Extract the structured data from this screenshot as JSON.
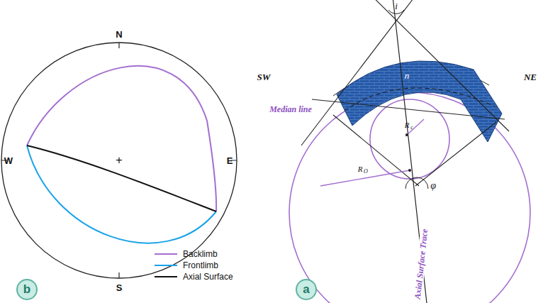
{
  "diagram": {
    "nodes": [
      {
        "text": [
          "b"
        ]
      },
      {
        "text": [
          "a"
        ]
      }
    ],
    "labels": [
      "N",
      "W",
      "E",
      "S",
      "+",
      "SW",
      "NE",
      "Median line",
      "i",
      "n",
      "R",
      "c",
      "R",
      "O",
      "φ",
      "Axial Surface Trace"
    ],
    "legend": [
      {
        "text": "Backlimb"
      },
      {
        "text": "Frontlimb"
      },
      {
        "text": "Axial Surface"
      }
    ]
  }
}
